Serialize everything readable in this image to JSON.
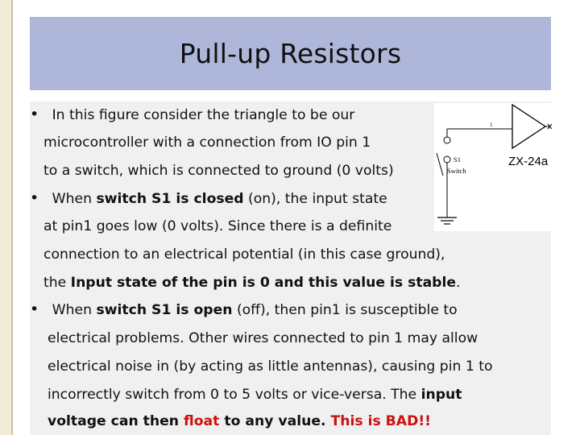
{
  "title": "Pull-up Resistors",
  "bullets": {
    "b1": {
      "mark": "•",
      "l1": "In this figure consider the triangle to be our",
      "l2": "microcontroller with a connection  from IO pin 1",
      "l3": "to a switch, which is connected to ground (0 volts)"
    },
    "b2": {
      "mark": "•",
      "l1_pre": "When ",
      "l1_bold": "switch S1 is closed",
      "l1_post": " (on), the input state",
      "l2": "at pin1 goes low (0 volts). Since there is a definite",
      "l3": "connection to an electrical potential (in this case ground),",
      "l4_pre": "the ",
      "l4_bold": "Input state of the pin is 0 and this value is stable",
      "l4_post": "."
    },
    "b3": {
      "mark": "•",
      "l1_pre": "When ",
      "l1_bold": "switch S1 is open",
      "l1_post": " (off), then pin1 is susceptible to",
      "l2": "electrical problems. Other wires connected to pin 1 may allow",
      "l3": "electrical noise in (by acting as little antennas), causing pin 1 to",
      "l4_pre": "incorrectly switch from 0 to 5 volts or vice-versa. The ",
      "l4_bold": "input",
      "l5_bold_a": "voltage can then ",
      "l5_red_float": "float",
      "l5_bold_b": " to any value. ",
      "l5_red_bad": "This is  BAD!!"
    }
  },
  "figure": {
    "switch_label_top": "S1",
    "switch_label_bottom": "Switch",
    "part_label": "ZX-24a",
    "pin_mark": "1"
  }
}
